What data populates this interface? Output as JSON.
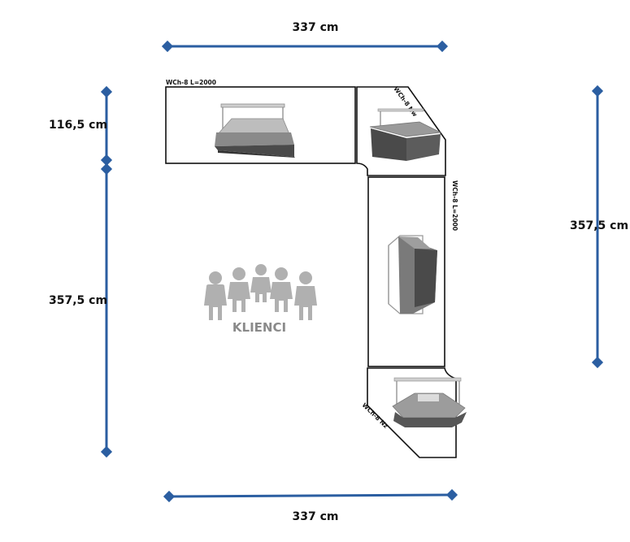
{
  "colors": {
    "dimension_line": "#2b5ea1",
    "outline": "#111111",
    "people": "#b0b0b0",
    "case_dark": "#4a4a4a",
    "case_mid": "#7a7a7a",
    "glass": "#c9c9c9"
  },
  "dimensions": {
    "top_width": "337 cm",
    "bottom_width": "337 cm",
    "left_upper_height": "116,5 cm",
    "left_lower_height": "357,5 cm",
    "right_height": "357,5 cm"
  },
  "modules": {
    "top_straight": "WCh-8 L=2000",
    "corner_top": "WCh-8 Nw",
    "right_straight": "WCh-8 L=2000",
    "corner_bottom": "WCh-8 Nz"
  },
  "customers_label": "KLIENCI",
  "icons": {
    "people": "people-group-icon",
    "showcase": "display-case-icon"
  }
}
